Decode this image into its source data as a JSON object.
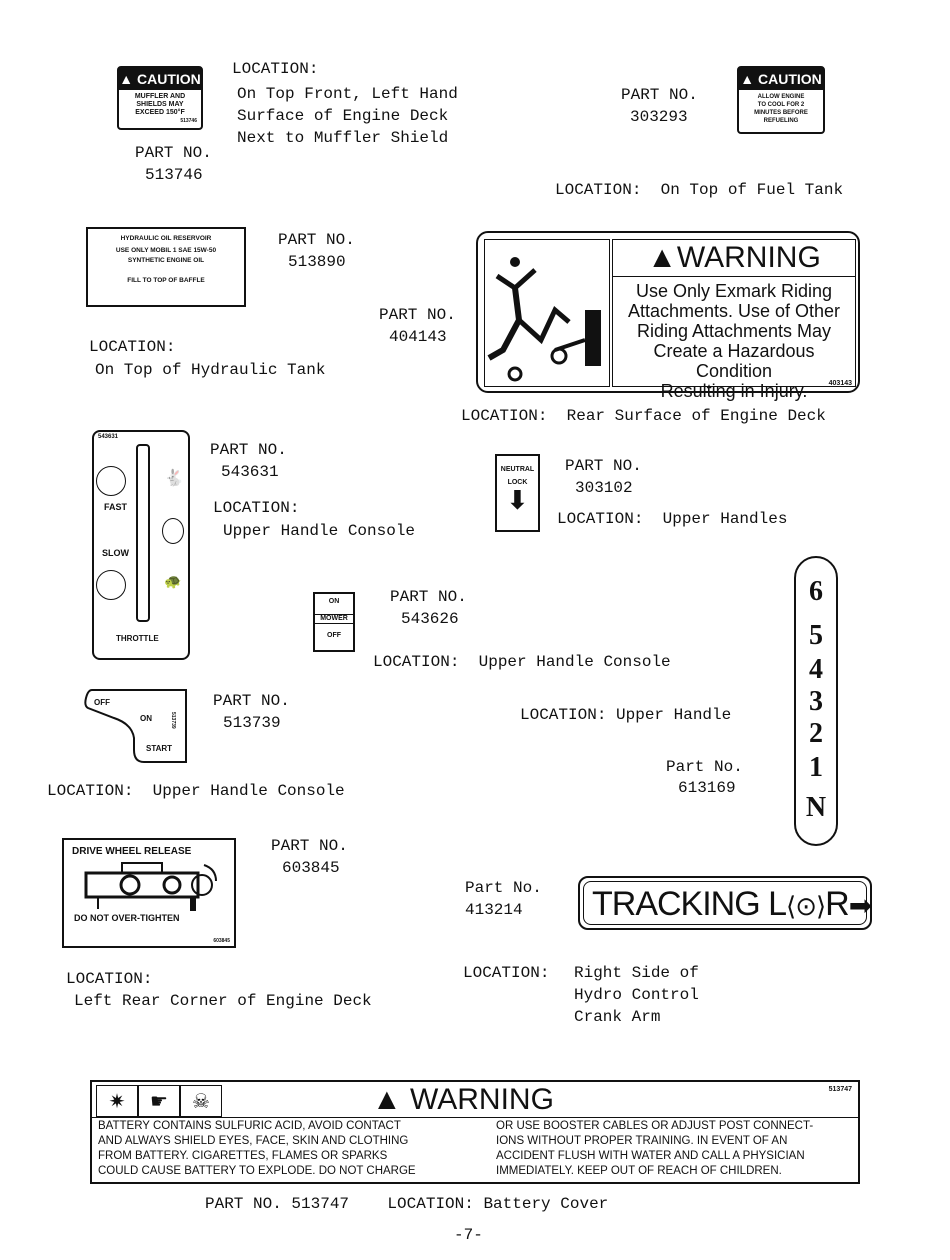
{
  "decals": {
    "d513746": {
      "header": "CAUTION",
      "body": [
        "MUFFLER AND",
        "SHIELDS MAY",
        "EXCEED 150°F"
      ],
      "code": "513746",
      "part_label": "PART NO.",
      "part_no": "513746",
      "location_label": "LOCATION:",
      "location": [
        "On Top Front, Left Hand",
        "Surface of Engine Deck",
        "Next to Muffler Shield"
      ]
    },
    "d303293": {
      "header": "CAUTION",
      "body": [
        "ALLOW ENGINE",
        "TO COOL FOR 2",
        "MINUTES BEFORE",
        "REFUELING"
      ],
      "part_label": "PART NO.",
      "part_no": "303293",
      "location": "LOCATION:  On Top of Fuel Tank"
    },
    "d513890": {
      "body": [
        "HYDRAULIC OIL RESERVOIR",
        "USE ONLY MOBIL 1 SAE 15W-50",
        "SYNTHETIC ENGINE OIL",
        "FILL TO TOP OF BAFFLE"
      ],
      "part_label": "PART NO.",
      "part_no": "513890",
      "location_label": "LOCATION:",
      "location": "On Top of Hydraulic Tank"
    },
    "d404143": {
      "part_label": "PART NO.",
      "part_no": "404143",
      "header": "WARNING",
      "body": [
        "Use Only Exmark Riding",
        "Attachments. Use of Other",
        "Riding Attachments May",
        "Create a Hazardous Condition",
        "Resulting in Injury."
      ],
      "code": "403143",
      "location": "LOCATION:  Rear Surface of Engine Deck"
    },
    "d543631": {
      "code": "543631",
      "fast": "FAST",
      "slow": "SLOW",
      "throttle": "THROTTLE",
      "part_label": "PART NO.",
      "part_no": "543631",
      "location_label": "LOCATION:",
      "location": "Upper Handle Console"
    },
    "d303102": {
      "line1": "NEUTRAL",
      "line2": "LOCK",
      "part_label": "PART NO.",
      "part_no": "303102",
      "location": "LOCATION:  Upper Handles"
    },
    "d543626": {
      "on": "ON",
      "mower": "MOWER",
      "off": "OFF",
      "part_label": "PART NO.",
      "part_no": "543626",
      "location": "LOCATION:  Upper Handle Console"
    },
    "d513739": {
      "off": "OFF",
      "on": "ON",
      "start": "START",
      "code": "513739",
      "part_label": "PART NO.",
      "part_no": "513739",
      "location": "LOCATION:  Upper Handle Console"
    },
    "d613169": {
      "location": "LOCATION: Upper Handle",
      "part_label": "Part No.",
      "part_no": "613169",
      "gears": [
        "6",
        "5",
        "4",
        "3",
        "2",
        "1",
        "N"
      ]
    },
    "d603845": {
      "top": "DRIVE WHEEL RELEASE",
      "bottom": "DO NOT OVER-TIGHTEN",
      "code": "603845",
      "part_label": "PART NO.",
      "part_no": "603845",
      "location_label": "LOCATION:",
      "location": "Left Rear Corner of Engine Deck"
    },
    "d413214": {
      "part_label": "Part No.",
      "part_no": "413214",
      "text_left": "TRACKING L",
      "text_right": "R",
      "location_label": "LOCATION:",
      "location": [
        "Right Side of",
        "Hydro Control",
        "Crank Arm"
      ]
    },
    "d513747": {
      "header": "WARNING",
      "code": "513747",
      "left_lines": [
        "BATTERY CONTAINS SULFURIC ACID, AVOID CONTACT",
        "AND ALWAYS SHIELD EYES, FACE, SKIN AND CLOTHING",
        "FROM BATTERY. CIGARETTES, FLAMES OR SPARKS",
        "COULD CAUSE BATTERY TO EXPLODE. DO NOT CHARGE"
      ],
      "right_lines": [
        "OR USE BOOSTER CABLES OR ADJUST POST CONNECT-",
        "IONS WITHOUT PROPER TRAINING. IN EVENT OF AN",
        "ACCIDENT FLUSH WITH WATER AND CALL A PHYSICIAN",
        "IMMEDIATELY. KEEP OUT OF REACH OF CHILDREN."
      ],
      "footer": "PART NO. 513747    LOCATION: Battery Cover"
    }
  },
  "page_number": "-7-"
}
